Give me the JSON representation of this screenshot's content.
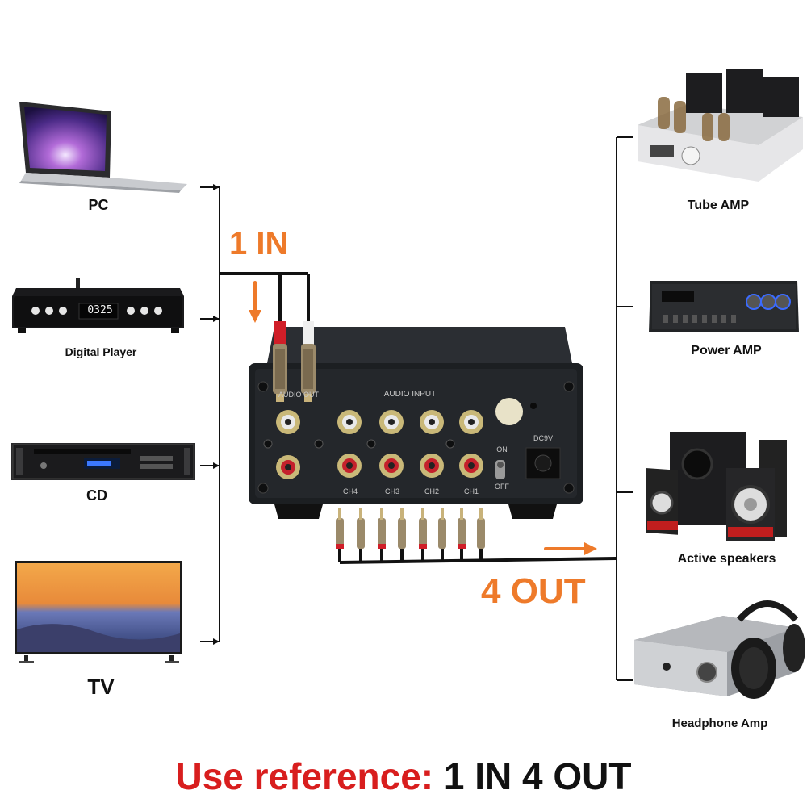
{
  "inputs": {
    "pc": "PC",
    "digital_player": "Digital Player",
    "cd": "CD",
    "tv": "TV"
  },
  "outputs": {
    "tube_amp": "Tube AMP",
    "power_amp": "Power AMP",
    "active_speakers": "Active speakers",
    "headphone_amp": "Headphone Amp"
  },
  "callouts": {
    "in": "1 IN",
    "out": "4 OUT"
  },
  "device_panel": {
    "audio_output": "AUDIO OUT",
    "audio_input": "AUDIO INPUT",
    "channels": [
      "CH4",
      "CH3",
      "CH2",
      "CH1"
    ],
    "switch_on": "ON",
    "switch_off": "OFF",
    "power": "DC9V"
  },
  "player_display": "0325",
  "footer": {
    "prefix": "Use reference:",
    "suffix": "1 IN 4 OUT"
  },
  "colors": {
    "accent_orange": "#ee7a2a",
    "footer_red": "#d81e1e",
    "device_body": "#1c1f22"
  }
}
